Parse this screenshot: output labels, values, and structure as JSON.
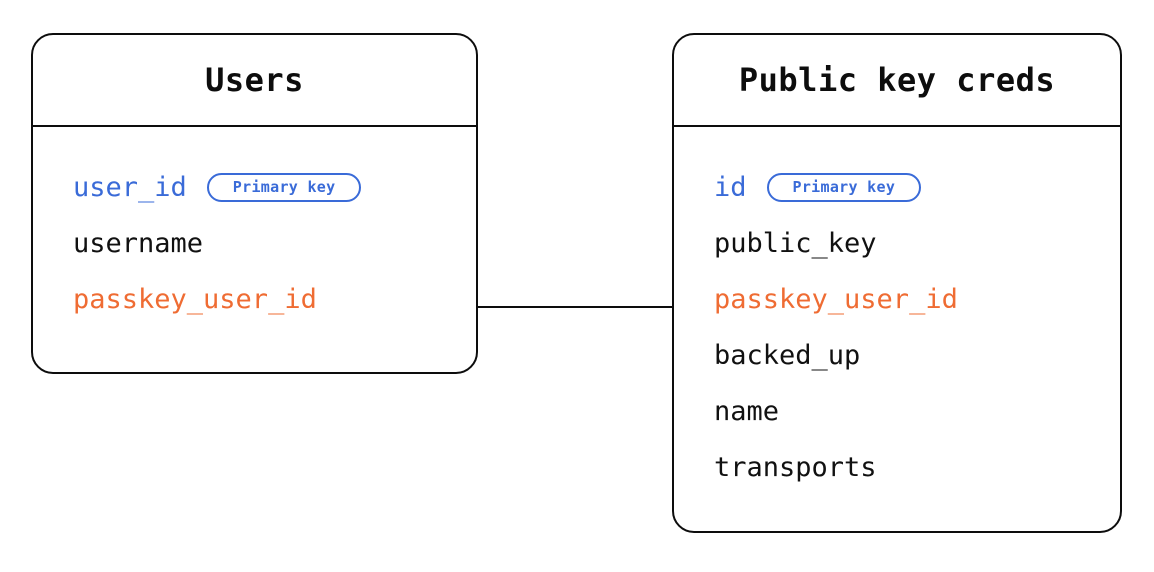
{
  "diagram": {
    "type": "entity-relationship-diagram",
    "background_color": "#ffffff",
    "colors": {
      "primary_key": "#3a6bd8",
      "foreign_key": "#ef6c33",
      "text": "#111111",
      "border": "#0d0d0d"
    }
  },
  "entities": [
    {
      "id": "users",
      "title": "Users",
      "fields": [
        {
          "name": "user_id",
          "role": "pk",
          "badge": "Primary key"
        },
        {
          "name": "username",
          "role": "plain",
          "badge": null
        },
        {
          "name": "passkey_user_id",
          "role": "fk",
          "badge": null
        }
      ]
    },
    {
      "id": "public_key_creds",
      "title": "Public key creds",
      "fields": [
        {
          "name": "id",
          "role": "pk",
          "badge": "Primary key"
        },
        {
          "name": "public_key",
          "role": "plain",
          "badge": null
        },
        {
          "name": "passkey_user_id",
          "role": "fk",
          "badge": null
        },
        {
          "name": "backed_up",
          "role": "plain",
          "badge": null
        },
        {
          "name": "name",
          "role": "plain",
          "badge": null
        },
        {
          "name": "transports",
          "role": "plain",
          "badge": null
        }
      ]
    }
  ],
  "relationships": [
    {
      "from_entity": "users",
      "from_field": "passkey_user_id",
      "to_entity": "public_key_creds",
      "to_field": "passkey_user_id",
      "style": "solid-line"
    }
  ]
}
